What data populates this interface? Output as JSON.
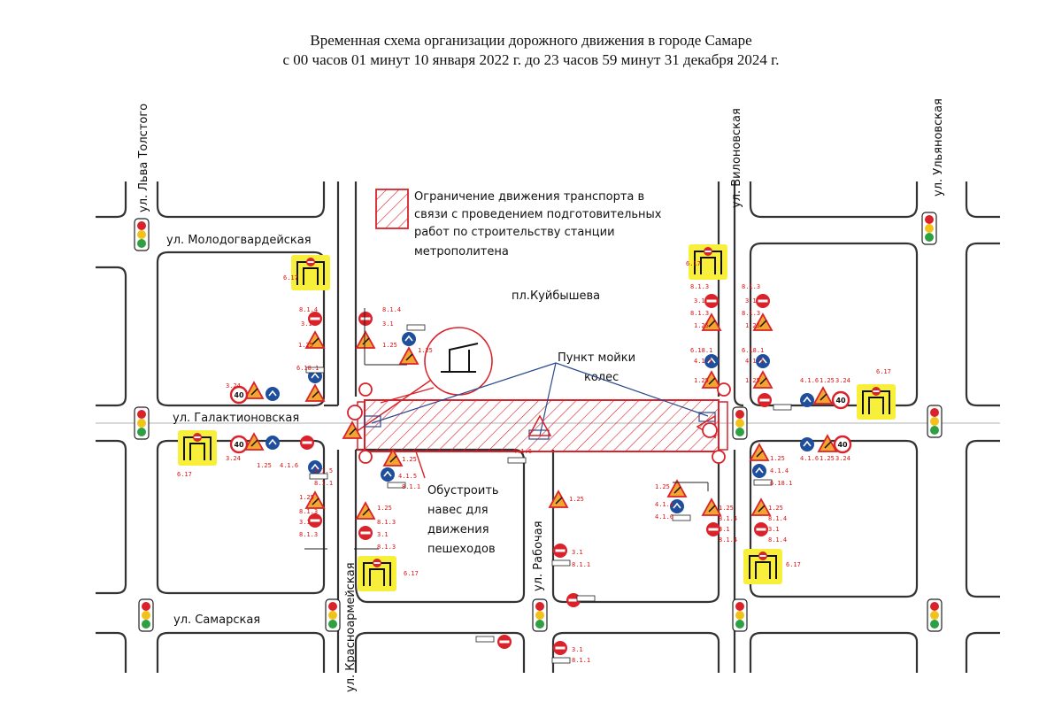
{
  "title_line1": "Временная схема организации дорожного движения в городе Самаре",
  "title_line2": "с 00 часов 01 минут 10 января 2022 г. до 23 часов 59 минут 31 декабря 2024 г.",
  "streets": {
    "lva_tolstogo": "ул. Льва Толстого",
    "molodogvardeyskaya": "ул. Молодогвардейская",
    "galaktionovskaya": "ул. Галактионовская",
    "samarskaya": "ул. Самарская",
    "krasnoarmeyskaya": "ул. Красноармейская",
    "rabochaya": "ул. Рабочая",
    "vilonovskaya": "ул. Вилоновская",
    "ulyanovskaya": "ул. Ульяновская"
  },
  "square": "пл.Куйбышева",
  "legend": {
    "line1": "Ограничение движения транспорта в",
    "line2": "связи с проведением подготовительных",
    "line3": "работ по строительству станции",
    "line4": "метрополитена"
  },
  "wash_point": {
    "line1": "Пункт мойки",
    "line2": "колес"
  },
  "canopy_note": {
    "line1": "Обустроить",
    "line2": "навес для",
    "line3": "движения",
    "line4": "пешеходов"
  },
  "sign_codes": [
    "1.25",
    "3.1",
    "3.24",
    "4.1.4",
    "4.1.5",
    "4.1.6",
    "6.17",
    "6.18.1",
    "8.1.1",
    "8.1.3",
    "8.1.4"
  ],
  "sign_values": {
    "speed_limit": "40"
  },
  "colors": {
    "road": "#333333",
    "restriction": "#d9222a",
    "highlight": "#f7ef3a",
    "wash_line": "#2a4a8c",
    "traffic_red": "#d9222a",
    "traffic_yellow": "#f2c21b",
    "traffic_green": "#2ea043"
  }
}
